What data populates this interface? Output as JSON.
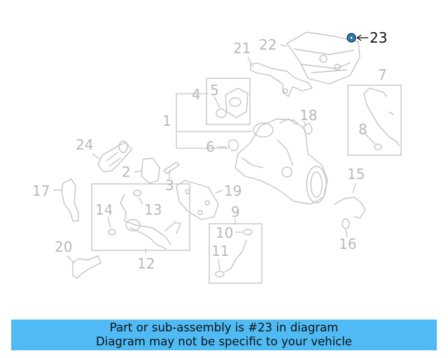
{
  "diagram": {
    "callouts": [
      "23",
      "22",
      "21",
      "7",
      "4",
      "5",
      "1",
      "18",
      "8",
      "6",
      "24",
      "2",
      "3",
      "17",
      "19",
      "15",
      "14",
      "13",
      "9",
      "10",
      "16",
      "20",
      "11",
      "12"
    ],
    "highlight": "23",
    "colors": {
      "parts": "#c4c4c4",
      "highlight_text": "#111111",
      "highlight_part": "#1b8fd6",
      "banner": "#4fbaf3"
    }
  },
  "banner": {
    "line1": "Part or sub-assembly is #23 in diagram",
    "line2": "Diagram may not be specific to your vehicle"
  }
}
